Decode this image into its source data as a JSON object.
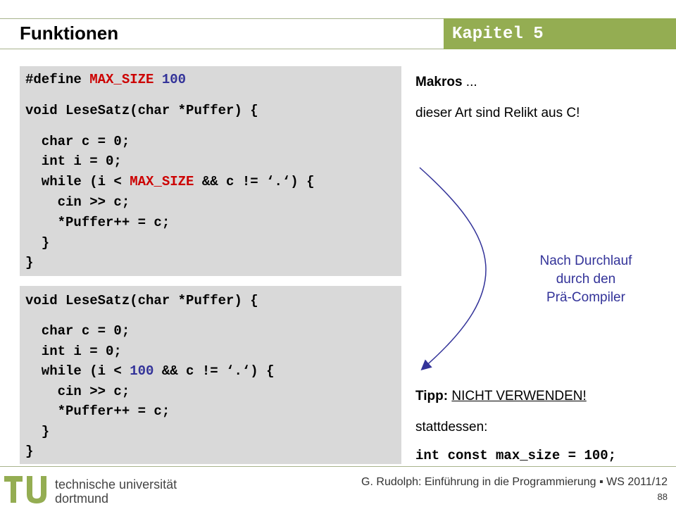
{
  "header": {
    "title": "Funktionen",
    "chapter": "Kapitel 5"
  },
  "code_box_1": {
    "define_prefix": "#define ",
    "define_name": "MAX_SIZE",
    "define_value": " 100",
    "func_sig": "void LeseSatz(char *Puffer) {",
    "line_char": "  char c = 0;",
    "line_int": "  int i = 0;",
    "while_a": "  while (i < ",
    "while_b": "MAX_SIZE",
    "while_c": " && c != ‘.‘) {",
    "line_cin": "    cin >> c;",
    "line_puffer": "    *Puffer++ = c;",
    "line_close_inner": "  }",
    "line_close_outer": "}"
  },
  "code_box_2": {
    "func_sig": "void LeseSatz(char *Puffer) {",
    "line_char": "  char c = 0;",
    "line_int": "  int i = 0;",
    "while_a": "  while (i < ",
    "while_b": "100",
    "while_c": " && c != ‘.‘) {",
    "line_cin": "    cin >> c;",
    "line_puffer": "    *Puffer++ = c;",
    "line_close_inner": "  }",
    "line_close_outer": "}"
  },
  "notes": {
    "makros_bold": "Makros",
    "makros_rest": " ...",
    "relikt": "dieser Art sind Relikt aus C!",
    "curve_label_1": "Nach Durchlauf",
    "curve_label_2": "durch den",
    "curve_label_3": "Prä-Compiler",
    "tipp_bold": "Tipp:",
    "tipp_space": " ",
    "tipp_underlined": "NICHT VERWENDEN!",
    "stattdessen": "stattdessen:",
    "const_code": "int const max_size = 100;"
  },
  "footer": {
    "logo_line_1": "technische universität",
    "logo_line_2": "dortmund",
    "credit": "G. Rudolph: Einführung in die Programmierung ▪ WS 2011/12",
    "page": "88"
  },
  "colors": {
    "accent_green": "#94ad52",
    "macro_red": "#cc0000",
    "literal_blue": "#333399",
    "code_bg": "#d9d9d9"
  }
}
